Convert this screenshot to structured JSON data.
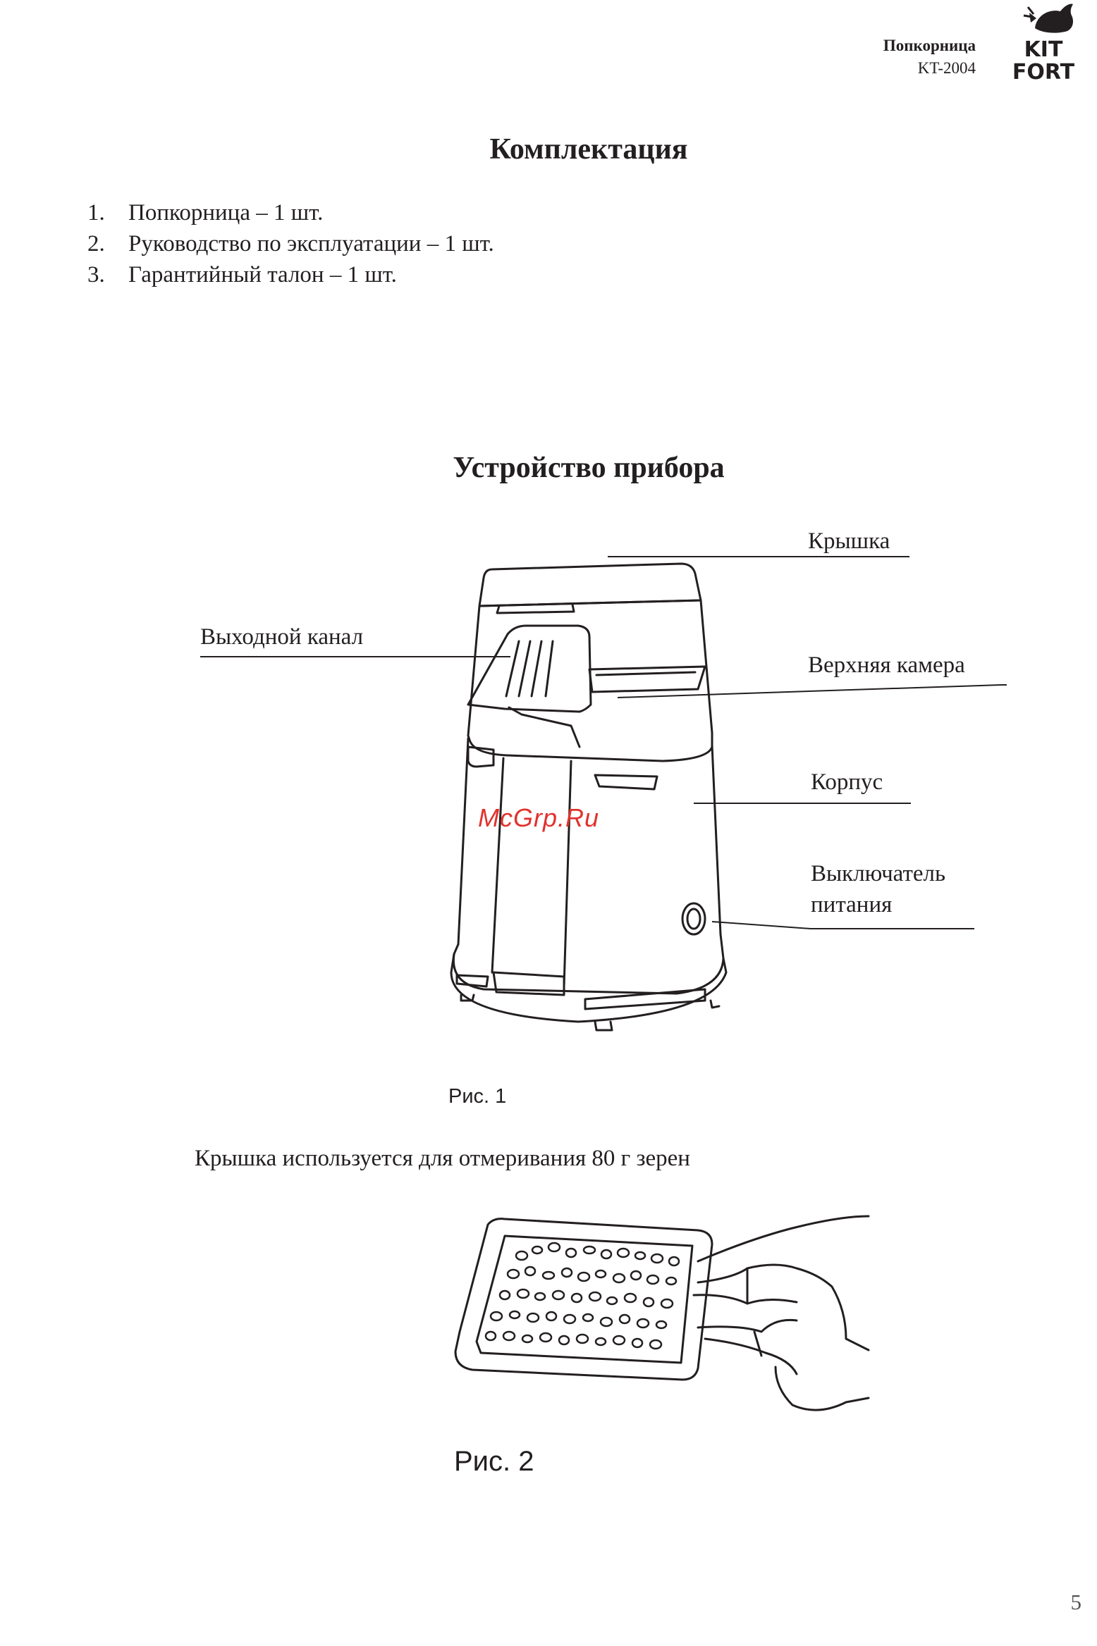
{
  "header": {
    "product": "Попкорница",
    "model": "KT-2004",
    "logo_line1": "KIT",
    "logo_line2": "FORT"
  },
  "section1": {
    "title": "Комплектация",
    "items": [
      {
        "num": "1.",
        "text": "Попкорница – 1 шт."
      },
      {
        "num": "2.",
        "text": "Руководство по эксплуатации – 1 шт."
      },
      {
        "num": "3.",
        "text": "Гарантийный талон – 1 шт."
      }
    ]
  },
  "section2": {
    "title": "Устройство прибора",
    "labels": {
      "lid": "Крышка",
      "outlet": "Выходной канал",
      "upper_chamber": "Верхняя камера",
      "body": "Корпус",
      "switch_line1": "Выключатель",
      "switch_line2": "питания"
    },
    "caption1": "Рис. 1",
    "watermark": "McGrp.Ru",
    "sentence": "Крышка используется для отмеривания 80 г зерен",
    "caption2": "Рис. 2"
  },
  "page_number": "5"
}
